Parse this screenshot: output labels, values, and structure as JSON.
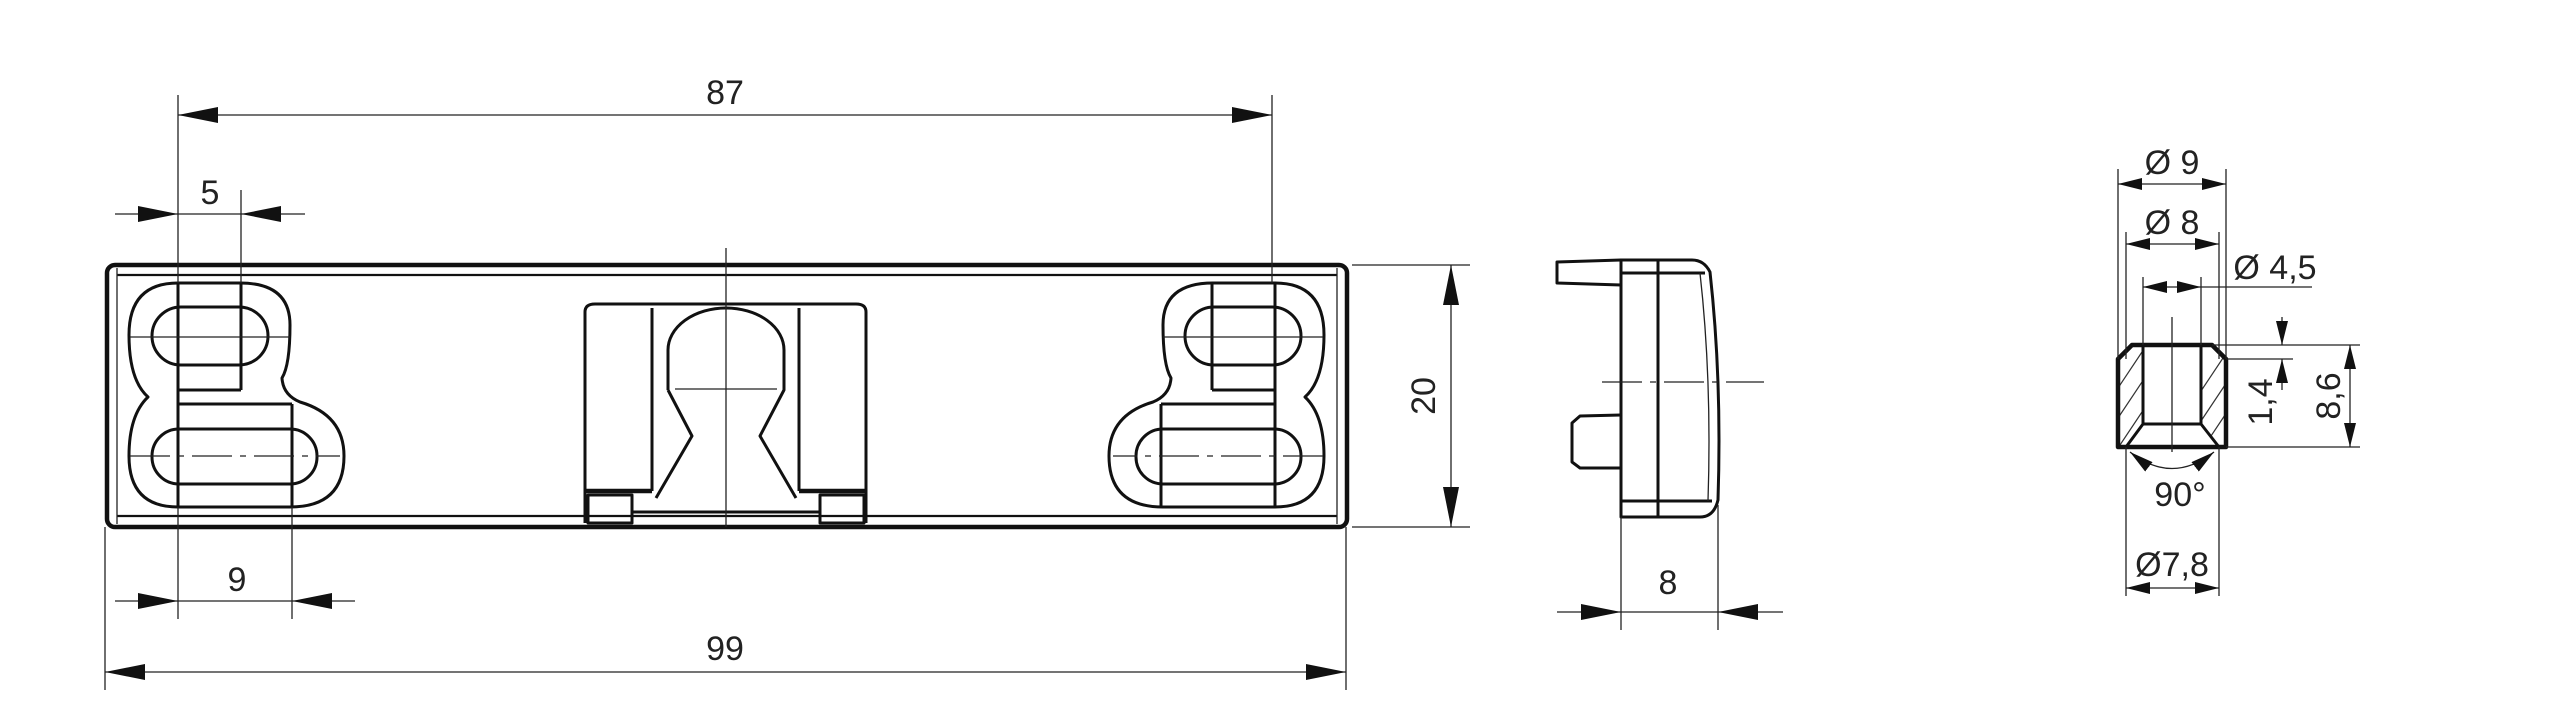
{
  "drawing": {
    "front_view": {
      "dim_hole_spacing": "87",
      "dim_hole_offset": "5",
      "dim_slot_width": "9",
      "dim_overall_length": "99",
      "dim_height": "20"
    },
    "side_view": {
      "dim_depth": "8"
    },
    "section_view": {
      "dim_outer_diameter": "Ø 9",
      "dim_shoulder_diameter": "Ø 8",
      "dim_bore_diameter": "Ø 4,5",
      "dim_chamfer_height": "1,4",
      "dim_total_height": "8,6",
      "dim_countersink_angle": "90°",
      "dim_countersink_diameter": "Ø7,8"
    }
  },
  "colors": {
    "line": "#111111",
    "background": "#ffffff"
  }
}
